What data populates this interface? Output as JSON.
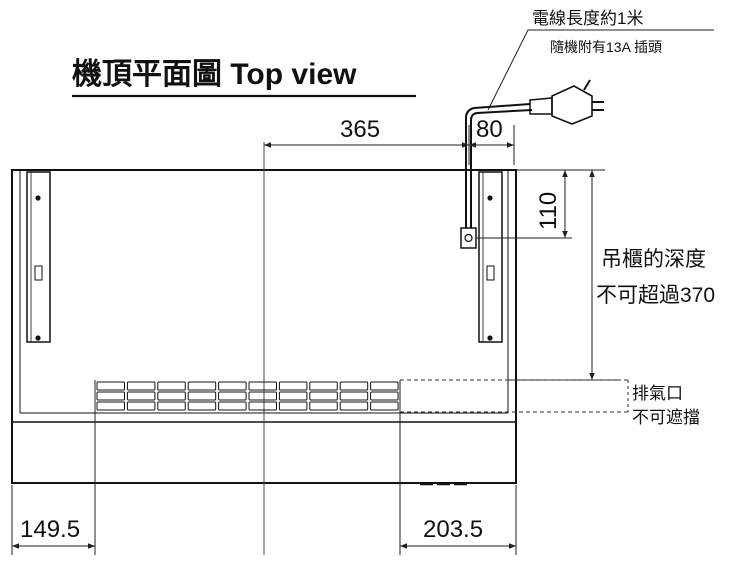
{
  "title": "機頂平面圖 Top view",
  "cord": {
    "line1": "電線長度約1米",
    "line2": "隨機附有13A 插頭"
  },
  "dimensions": {
    "top_width": "365",
    "top_offset": "80",
    "vertical": "110",
    "left_bottom": "149.5",
    "right_bottom": "203.5"
  },
  "depth_note": {
    "line1": "吊櫃的深度",
    "line2": "不可超過370"
  },
  "vent_note": {
    "line1": "排氣口",
    "line2": "不可遮擋"
  }
}
